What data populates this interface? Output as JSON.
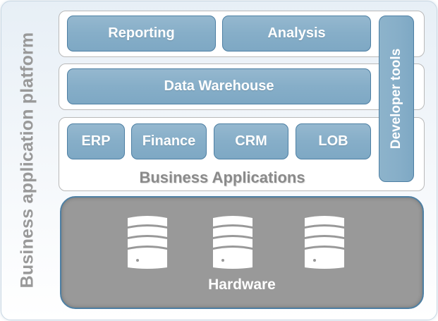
{
  "platform_label": "Business application platform",
  "top_layer": {
    "boxes": [
      "Reporting",
      "Analysis"
    ]
  },
  "warehouse_layer": {
    "label": "Data Warehouse"
  },
  "apps_layer": {
    "boxes": [
      "ERP",
      "Finance",
      "CRM",
      "LOB"
    ],
    "label": "Business Applications"
  },
  "developer_tools": "Developer tools",
  "hardware": {
    "label": "Hardware",
    "server_count": 3
  },
  "icons": [
    "server-icon",
    "server-icon",
    "server-icon"
  ],
  "colors": {
    "box_fill": "#86aec8",
    "box_border": "#4d7fa3",
    "hardware_fill": "#999999",
    "title_gray": "#999999"
  }
}
